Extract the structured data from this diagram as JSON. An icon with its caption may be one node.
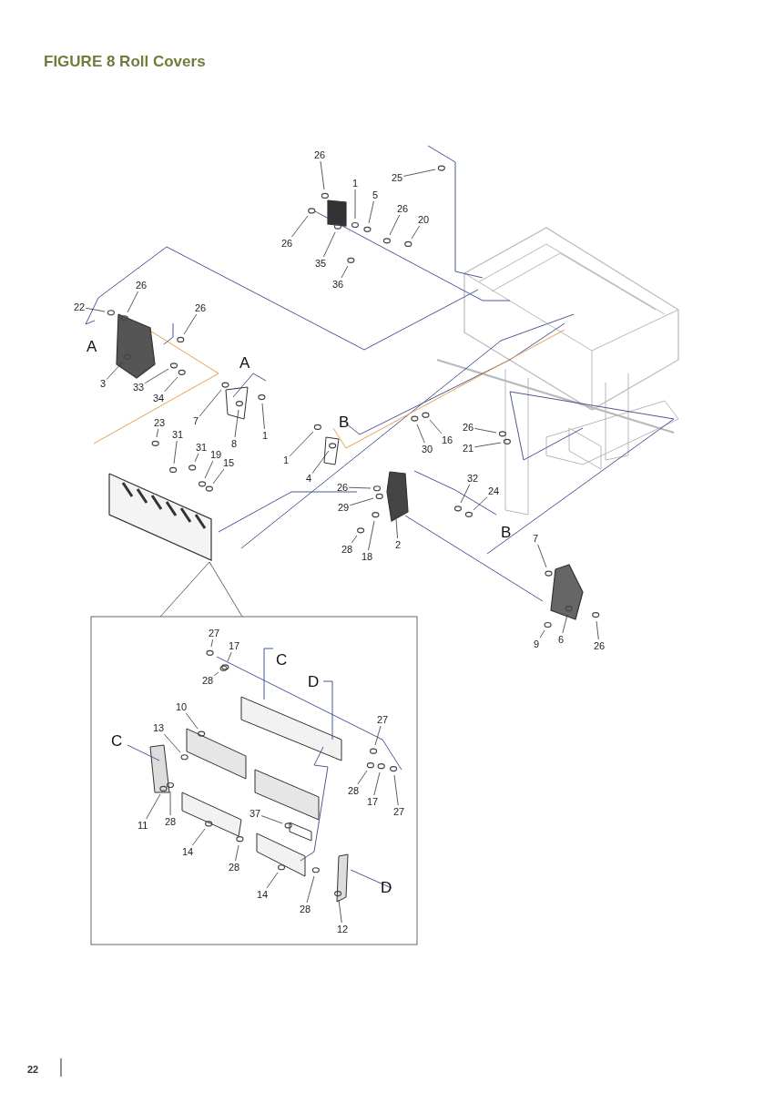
{
  "diagram": {
    "title": "FIGURE 8 Roll Covers",
    "nodes": [
      {
        "text": [
          "26"
        ]
      },
      {
        "text": [
          "1"
        ]
      },
      {
        "text": [
          "5"
        ]
      },
      {
        "text": [
          "26"
        ]
      },
      {
        "text": [
          "20"
        ]
      },
      {
        "text": [
          "25"
        ]
      },
      {
        "text": [
          "26"
        ]
      },
      {
        "text": [
          "35"
        ]
      },
      {
        "text": [
          "36"
        ]
      },
      {
        "text": [
          "22"
        ]
      },
      {
        "text": [
          "26"
        ]
      },
      {
        "text": [
          "26"
        ]
      },
      {
        "text": [
          "3"
        ]
      },
      {
        "text": [
          "33"
        ]
      },
      {
        "text": [
          "34"
        ]
      },
      {
        "text": [
          "7"
        ]
      },
      {
        "text": [
          "8"
        ]
      },
      {
        "text": [
          "1"
        ]
      },
      {
        "text": [
          "23"
        ]
      },
      {
        "text": [
          "31"
        ]
      },
      {
        "text": [
          "31"
        ]
      },
      {
        "text": [
          "19"
        ]
      },
      {
        "text": [
          "15"
        ]
      },
      {
        "text": [
          "1"
        ]
      },
      {
        "text": [
          "4"
        ]
      },
      {
        "text": [
          "16"
        ]
      },
      {
        "text": [
          "30"
        ]
      },
      {
        "text": [
          "26"
        ]
      },
      {
        "text": [
          "21"
        ]
      },
      {
        "text": [
          "26"
        ]
      },
      {
        "text": [
          "29"
        ]
      },
      {
        "text": [
          "28"
        ]
      },
      {
        "text": [
          "18"
        ]
      },
      {
        "text": [
          "2"
        ]
      },
      {
        "text": [
          "32"
        ]
      },
      {
        "text": [
          "24"
        ]
      },
      {
        "text": [
          "7"
        ]
      },
      {
        "text": [
          "9"
        ]
      },
      {
        "text": [
          "6"
        ]
      },
      {
        "text": [
          "26"
        ]
      },
      {
        "text": [
          "27"
        ]
      },
      {
        "text": [
          "17"
        ]
      },
      {
        "text": [
          "28"
        ]
      },
      {
        "text": [
          "10"
        ]
      },
      {
        "text": [
          "13"
        ]
      },
      {
        "text": [
          "27"
        ]
      },
      {
        "text": [
          "11"
        ]
      },
      {
        "text": [
          "28"
        ]
      },
      {
        "text": [
          "28"
        ]
      },
      {
        "text": [
          "17"
        ]
      },
      {
        "text": [
          "27"
        ]
      },
      {
        "text": [
          "37"
        ]
      },
      {
        "text": [
          "14"
        ]
      },
      {
        "text": [
          "28"
        ]
      },
      {
        "text": [
          "14"
        ]
      },
      {
        "text": [
          "28"
        ]
      },
      {
        "text": [
          "12"
        ]
      }
    ],
    "edges": [
      {
        "from": 0,
        "to": null,
        "arrow": "none"
      },
      {
        "from": 1,
        "to": null,
        "arrow": "none"
      },
      {
        "from": 2,
        "to": null,
        "arrow": "none"
      },
      {
        "from": 3,
        "to": null,
        "arrow": "none"
      },
      {
        "from": 4,
        "to": null,
        "arrow": "none"
      },
      {
        "from": 5,
        "to": null,
        "arrow": "none"
      },
      {
        "from": 6,
        "to": null,
        "arrow": "none"
      },
      {
        "from": 7,
        "to": null,
        "arrow": "none"
      },
      {
        "from": 8,
        "to": null,
        "arrow": "none"
      },
      {
        "from": 9,
        "to": null,
        "arrow": "none"
      },
      {
        "from": 10,
        "to": null,
        "arrow": "none"
      },
      {
        "from": 11,
        "to": null,
        "arrow": "none"
      },
      {
        "from": 12,
        "to": null,
        "arrow": "none"
      },
      {
        "from": 13,
        "to": null,
        "arrow": "none"
      },
      {
        "from": 14,
        "to": null,
        "arrow": "none"
      },
      {
        "from": 15,
        "to": null,
        "arrow": "none"
      },
      {
        "from": 16,
        "to": null,
        "arrow": "none"
      },
      {
        "from": 17,
        "to": null,
        "arrow": "none"
      },
      {
        "from": 18,
        "to": null,
        "arrow": "none"
      },
      {
        "from": 19,
        "to": null,
        "arrow": "none"
      },
      {
        "from": 20,
        "to": null,
        "arrow": "none"
      },
      {
        "from": 21,
        "to": null,
        "arrow": "none"
      },
      {
        "from": 22,
        "to": null,
        "arrow": "none"
      },
      {
        "from": 23,
        "to": null,
        "arrow": "none"
      },
      {
        "from": 24,
        "to": null,
        "arrow": "none"
      },
      {
        "from": 25,
        "to": null,
        "arrow": "none"
      },
      {
        "from": 26,
        "to": null,
        "arrow": "none"
      },
      {
        "from": 27,
        "to": null,
        "arrow": "none"
      },
      {
        "from": 28,
        "to": null,
        "arrow": "none"
      },
      {
        "from": 29,
        "to": null,
        "arrow": "none"
      },
      {
        "from": 30,
        "to": null,
        "arrow": "none"
      },
      {
        "from": 31,
        "to": null,
        "arrow": "none"
      },
      {
        "from": 32,
        "to": null,
        "arrow": "none"
      },
      {
        "from": 33,
        "to": null,
        "arrow": "none"
      },
      {
        "from": 34,
        "to": null,
        "arrow": "none"
      },
      {
        "from": 35,
        "to": null,
        "arrow": "none"
      },
      {
        "from": 36,
        "to": null,
        "arrow": "none"
      },
      {
        "from": 37,
        "to": null,
        "arrow": "none"
      },
      {
        "from": 38,
        "to": null,
        "arrow": "none"
      },
      {
        "from": 39,
        "to": null,
        "arrow": "none"
      },
      {
        "from": 40,
        "to": null,
        "arrow": "none"
      },
      {
        "from": 41,
        "to": null,
        "arrow": "none"
      },
      {
        "from": 42,
        "to": null,
        "arrow": "none"
      },
      {
        "from": 43,
        "to": null,
        "arrow": "none"
      },
      {
        "from": 44,
        "to": null,
        "arrow": "none"
      },
      {
        "from": 45,
        "to": null,
        "arrow": "none"
      },
      {
        "from": 46,
        "to": null,
        "arrow": "none"
      },
      {
        "from": 47,
        "to": null,
        "arrow": "none"
      },
      {
        "from": 48,
        "to": null,
        "arrow": "none"
      },
      {
        "from": 49,
        "to": null,
        "arrow": "none"
      },
      {
        "from": 50,
        "to": null,
        "arrow": "none"
      },
      {
        "from": 51,
        "to": null,
        "arrow": "none"
      },
      {
        "from": 52,
        "to": null,
        "arrow": "none"
      },
      {
        "from": 53,
        "to": null,
        "arrow": "none"
      },
      {
        "from": 54,
        "to": null,
        "arrow": "none"
      },
      {
        "from": 55,
        "to": null,
        "arrow": "none"
      },
      {
        "from": 56,
        "to": null,
        "arrow": "none"
      }
    ],
    "labels": [
      "A",
      "A",
      "B",
      "B",
      "C",
      "D",
      "C",
      "D",
      "22"
    ]
  }
}
